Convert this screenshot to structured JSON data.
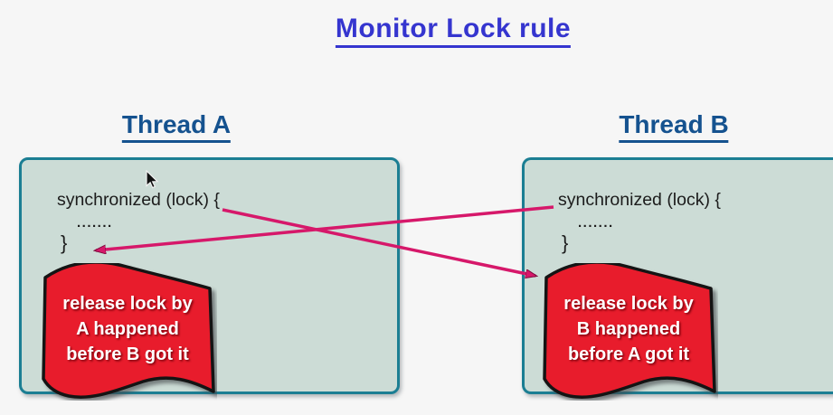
{
  "title": "Monitor Lock rule",
  "threads": [
    {
      "heading": "Thread A",
      "code": {
        "open": "synchronized (lock) {",
        "dots": ".......",
        "close": "}"
      },
      "flag": {
        "line1": "release lock by",
        "line2": "A happened",
        "line3": "before B got it"
      }
    },
    {
      "heading": "Thread B",
      "code": {
        "open": "synchronized (lock) {",
        "dots": ".......",
        "close": "}"
      },
      "flag": {
        "line1": "release lock by",
        "line2": "B happened",
        "line3": "before A got it"
      }
    }
  ],
  "arrows": [
    {
      "name": "b-release-happened-before-a",
      "from": "thread-b-synchronized-open",
      "to": "thread-a-closing-brace"
    },
    {
      "name": "a-release-happened-before-b",
      "from": "thread-a-synchronized-open",
      "to": "thread-b-release-flag"
    }
  ],
  "colors": {
    "title": "#3535cf",
    "thread_heading": "#15528f",
    "box_fill": "#ccdcd6",
    "box_border": "#1b7e93",
    "flag_fill": "#e81c2c",
    "flag_outline": "#141414",
    "flag_text": "#ffffff",
    "arrow": "#d6186a",
    "code_text": "#1c1c1c",
    "background": "#f6f6f6"
  }
}
